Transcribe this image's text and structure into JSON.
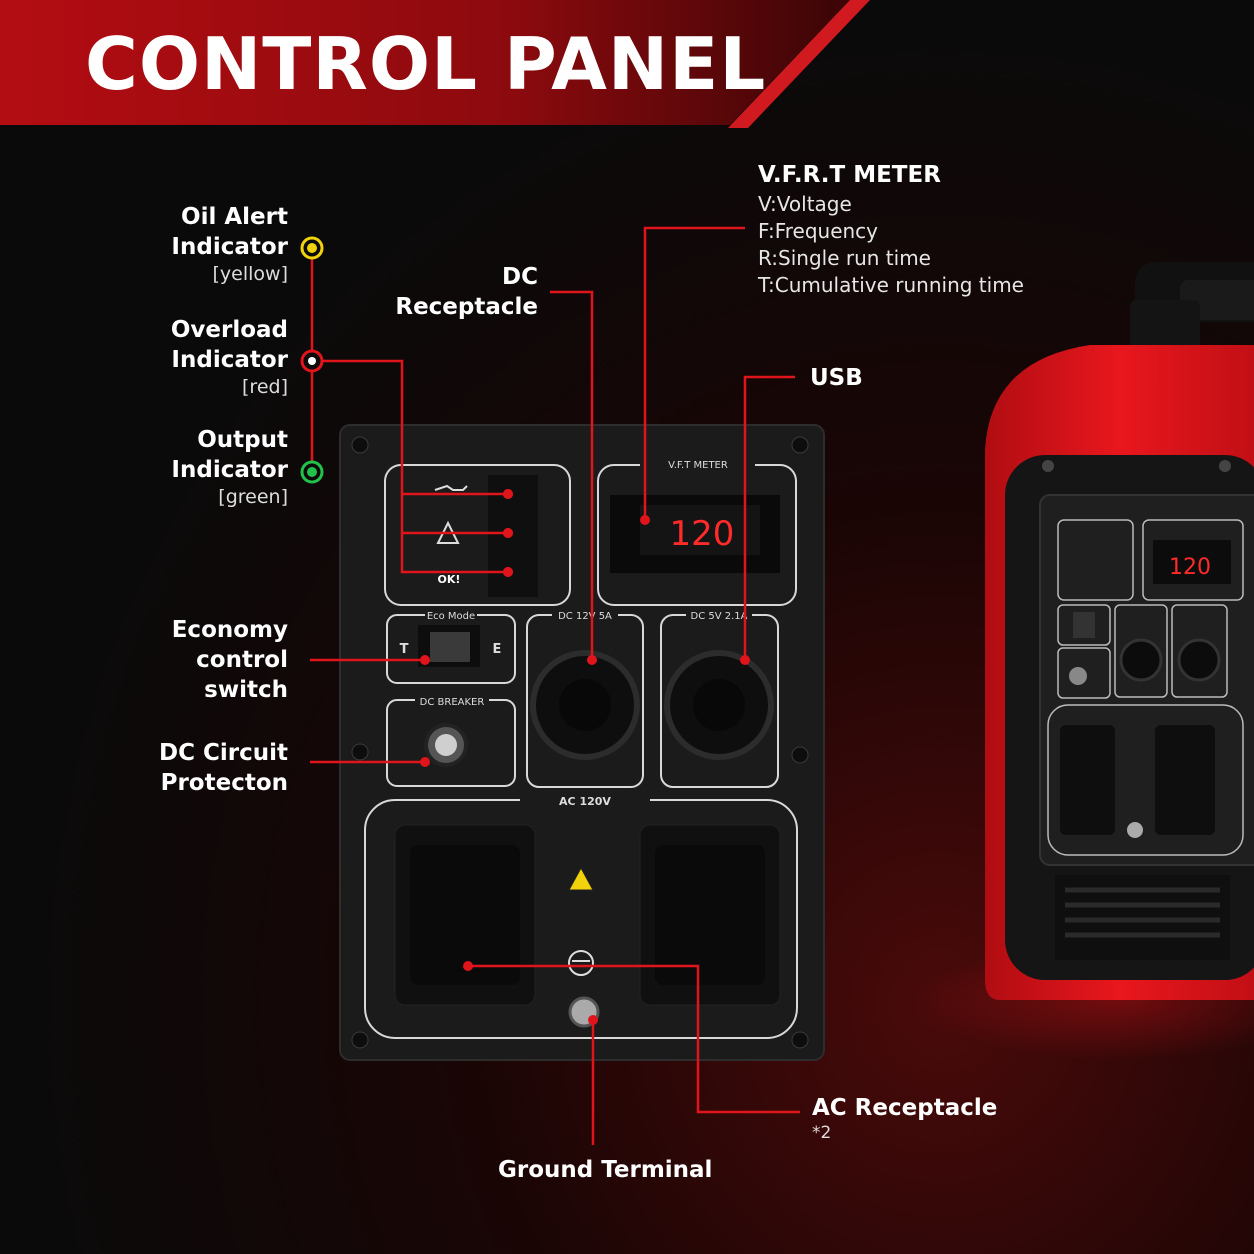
{
  "title": "CONTROL PANEL",
  "labels": {
    "oil_alert": [
      "Oil Alert",
      "Indicator"
    ],
    "oil_alert_color": "[yellow]",
    "overload": [
      "Overload",
      "Indicator"
    ],
    "overload_color": "[red]",
    "output": [
      "Output",
      "Indicator"
    ],
    "output_color": "[green]",
    "economy": [
      "Economy",
      "control",
      "switch"
    ],
    "dc_circuit": [
      "DC Circuit",
      "Protecton"
    ],
    "dc_receptacle": [
      "DC",
      "Receptacle"
    ],
    "usb": "USB",
    "meter_title": "V.F.R.T METER",
    "meter_lines": [
      "V:Voltage",
      "F:Frequency",
      "R:Single run time",
      "T:Cumulative running time"
    ],
    "ac_receptacle": "AC Receptacle",
    "ac_receptacle_count": "*2",
    "ground_terminal": "Ground Terminal"
  },
  "panel": {
    "meter_label": "V.F.T  METER",
    "meter_value": "120",
    "eco_mode": "Eco Mode",
    "eco_t": "T",
    "eco_e": "E",
    "dc_breaker": "DC BREAKER",
    "dc12": "DC 12V 5A",
    "dc5": "DC 5V 2.1A",
    "ac120": "AC 120V",
    "ok": "OK!"
  },
  "colors": {
    "accent": "#e0141b",
    "yellow": "#f2d20a",
    "green": "#22c24a"
  }
}
